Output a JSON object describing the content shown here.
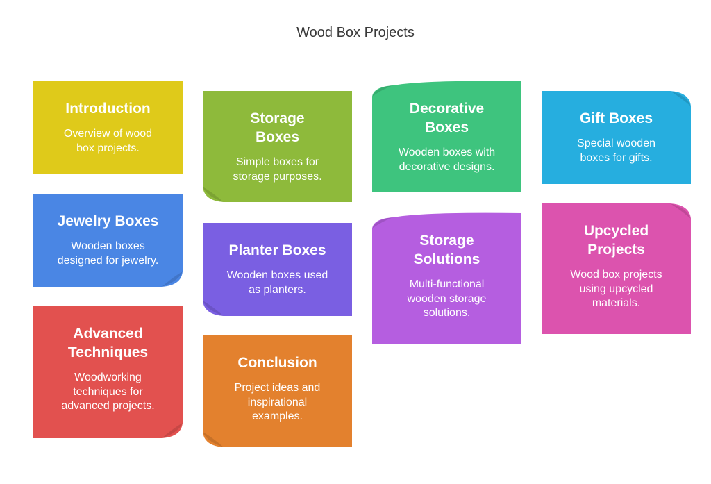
{
  "title": "Wood Box Projects",
  "notes": [
    {
      "id": "introduction",
      "title_lines": [
        "Introduction"
      ],
      "desc_lines": [
        "Overview of wood",
        "box projects."
      ],
      "color": "#DFCA1A"
    },
    {
      "id": "jewelry-boxes",
      "title_lines": [
        "Jewelry Boxes"
      ],
      "desc_lines": [
        "Wooden boxes",
        "designed for jewelry."
      ],
      "color": "#4A86E4"
    },
    {
      "id": "advanced-techniques",
      "title_lines": [
        "Advanced",
        "Techniques"
      ],
      "desc_lines": [
        "Woodworking",
        "techniques for",
        "advanced projects."
      ],
      "color": "#E2514F"
    },
    {
      "id": "storage-boxes",
      "title_lines": [
        "Storage",
        "Boxes"
      ],
      "desc_lines": [
        "Simple boxes for",
        "storage purposes."
      ],
      "color": "#8EBA3B"
    },
    {
      "id": "planter-boxes",
      "title_lines": [
        "Planter Boxes"
      ],
      "desc_lines": [
        "Wooden boxes used",
        "as planters."
      ],
      "color": "#7A5FE2"
    },
    {
      "id": "conclusion",
      "title_lines": [
        "Conclusion"
      ],
      "desc_lines": [
        "Project ideas and",
        "inspirational",
        "examples."
      ],
      "color": "#E3812E"
    },
    {
      "id": "decorative-boxes",
      "title_lines": [
        "Decorative",
        "Boxes"
      ],
      "desc_lines": [
        "Wooden boxes with",
        "decorative designs."
      ],
      "color": "#3EC47E"
    },
    {
      "id": "storage-solutions",
      "title_lines": [
        "Storage",
        "Solutions"
      ],
      "desc_lines": [
        "Multi-functional",
        "wooden storage",
        "solutions."
      ],
      "color": "#B55EE0"
    },
    {
      "id": "gift-boxes",
      "title_lines": [
        "Gift Boxes"
      ],
      "desc_lines": [
        "Special wooden",
        "boxes for gifts."
      ],
      "color": "#26AEDF"
    },
    {
      "id": "upcycled-projects",
      "title_lines": [
        "Upcycled",
        "Projects"
      ],
      "desc_lines": [
        "Wood box projects",
        "using upcycled",
        "materials."
      ],
      "color": "#DC53AE"
    }
  ]
}
